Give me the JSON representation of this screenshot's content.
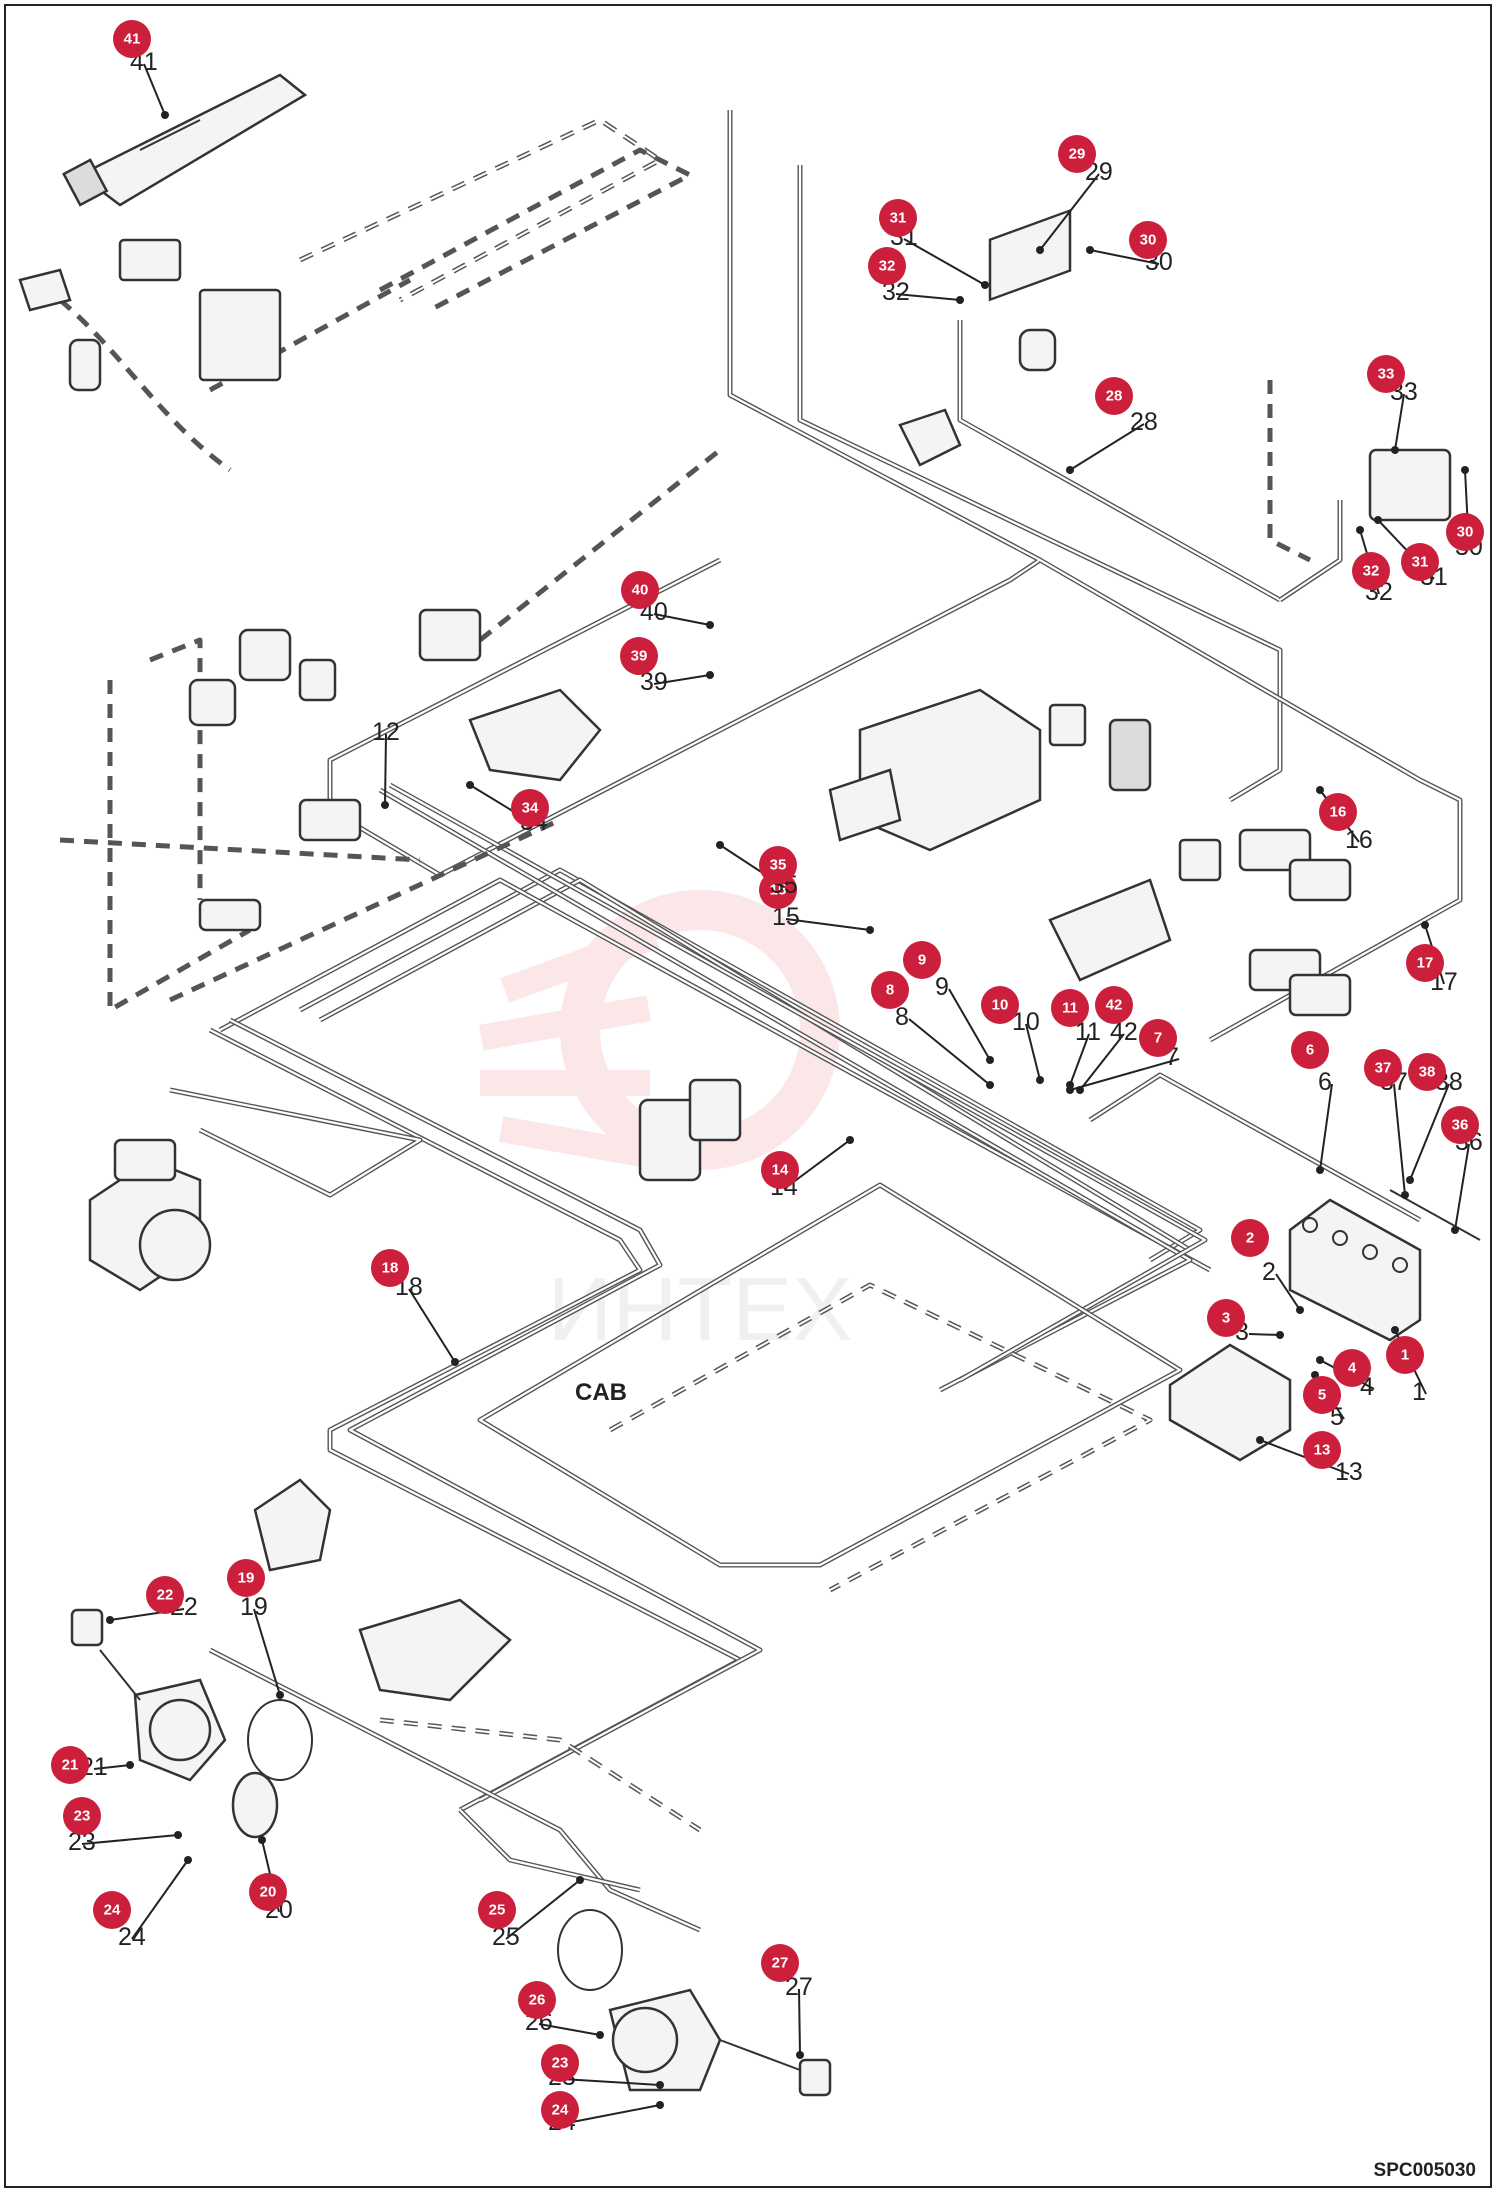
{
  "diagram": {
    "cab_label": "CAB",
    "ref_code": "SPC005030",
    "watermark_text": "ИНТЕХ",
    "colors": {
      "badge": "#cc1f3b",
      "wire": "#555555",
      "outline": "#333333",
      "watermark": "#e23a4a"
    },
    "callouts": [
      {
        "id": "c1",
        "label": "1"
      },
      {
        "id": "c2",
        "label": "2"
      },
      {
        "id": "c3",
        "label": "3"
      },
      {
        "id": "c4",
        "label": "4"
      },
      {
        "id": "c5",
        "label": "5"
      },
      {
        "id": "c6",
        "label": "6"
      },
      {
        "id": "c7",
        "label": "7"
      },
      {
        "id": "c8",
        "label": "8"
      },
      {
        "id": "c9",
        "label": "9"
      },
      {
        "id": "c10",
        "label": "10"
      },
      {
        "id": "c11",
        "label": "11"
      },
      {
        "id": "c12",
        "label": "12"
      },
      {
        "id": "c13",
        "label": "13"
      },
      {
        "id": "c14",
        "label": "14"
      },
      {
        "id": "c15",
        "label": "15"
      },
      {
        "id": "c16",
        "label": "16"
      },
      {
        "id": "c17",
        "label": "17"
      },
      {
        "id": "c18",
        "label": "18"
      },
      {
        "id": "c19",
        "label": "19"
      },
      {
        "id": "c20",
        "label": "20"
      },
      {
        "id": "c21",
        "label": "21"
      },
      {
        "id": "c22",
        "label": "22"
      },
      {
        "id": "c23a",
        "label": "23"
      },
      {
        "id": "c23b",
        "label": "23"
      },
      {
        "id": "c24a",
        "label": "24"
      },
      {
        "id": "c24b",
        "label": "24"
      },
      {
        "id": "c25",
        "label": "25"
      },
      {
        "id": "c26",
        "label": "26"
      },
      {
        "id": "c27",
        "label": "27"
      },
      {
        "id": "c28",
        "label": "28"
      },
      {
        "id": "c29",
        "label": "29"
      },
      {
        "id": "c30a",
        "label": "30"
      },
      {
        "id": "c30b",
        "label": "30"
      },
      {
        "id": "c31a",
        "label": "31"
      },
      {
        "id": "c31b",
        "label": "31"
      },
      {
        "id": "c32a",
        "label": "32"
      },
      {
        "id": "c32b",
        "label": "32"
      },
      {
        "id": "c33",
        "label": "33"
      },
      {
        "id": "c34",
        "label": "34"
      },
      {
        "id": "c35",
        "label": "35"
      },
      {
        "id": "c36",
        "label": "36"
      },
      {
        "id": "c37",
        "label": "37"
      },
      {
        "id": "c38",
        "label": "38"
      },
      {
        "id": "c39",
        "label": "39"
      },
      {
        "id": "c40",
        "label": "40"
      },
      {
        "id": "c41",
        "label": "41"
      },
      {
        "id": "c42",
        "label": "42"
      }
    ]
  }
}
